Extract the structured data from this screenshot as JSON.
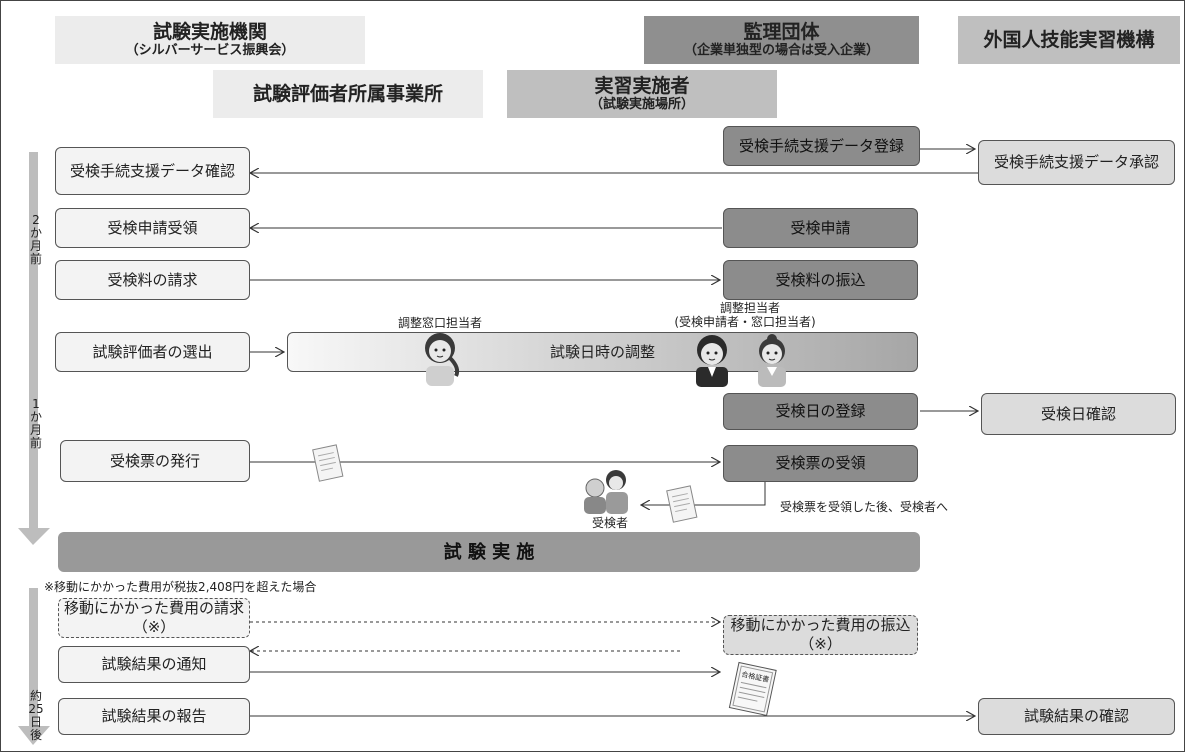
{
  "headers": {
    "exam_org": {
      "main": "試験実施機関",
      "sub": "（シルバーサービス振興会）"
    },
    "evaluator_office": {
      "main": "試験評価者所属事業所"
    },
    "training_org": {
      "main": "実習実施者",
      "sub": "（試験実施場所）"
    },
    "supervising_org": {
      "main": "監理団体",
      "sub": "（企業単独型の場合は受入企業）"
    },
    "otit": {
      "main": "外国人技能実習機構"
    }
  },
  "timeline": {
    "two_months": "2か月前",
    "one_month": "1か月前",
    "about_25_days_after": "約25日後"
  },
  "boxes": {
    "support_register": "受検手続支援データ登録",
    "support_approve": "受検手続支援データ承認",
    "support_confirm": "受検手続支援データ確認",
    "app_receive": "受検申請受領",
    "app_submit": "受検申請",
    "fee_bill": "受検料の請求",
    "fee_pay": "受検料の振込",
    "evaluator_select": "試験評価者の選出",
    "schedule": "試験日時の調整",
    "date_register": "受検日の登録",
    "date_confirm": "受検日確認",
    "ticket_issue": "受検票の発行",
    "ticket_receive": "受検票の受領",
    "exam": "試 験 実 施",
    "cost_bill": "移動にかかった費用の請求（※）",
    "cost_pay": "移動にかかった費用の振込（※）",
    "result_notice": "試験結果の通知",
    "result_report": "試験結果の報告",
    "result_confirm": "試験結果の確認"
  },
  "labels": {
    "coordinator_window": "調整窓口担当者",
    "coordinator": "調整担当者",
    "coordinator_sub": "(受検申請者・窓口担当者)",
    "examinee": "受検者",
    "ticket_note": "受検票を受領した後、受検者へ",
    "cost_note": "※移動にかかった費用が税抜2,408円を超えた場合",
    "certificate": "合格証書"
  }
}
